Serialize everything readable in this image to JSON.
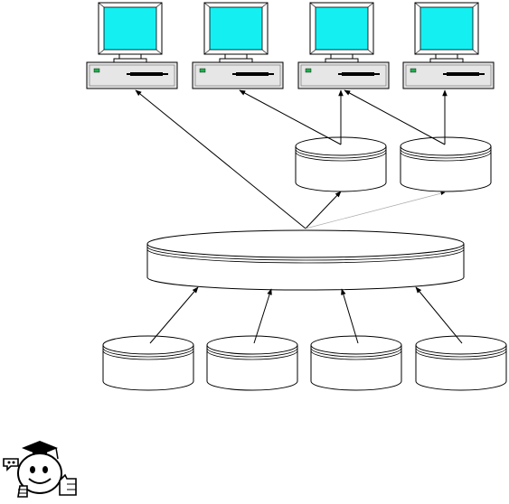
{
  "diagram": {
    "nodes": {
      "computers": [
        {
          "id": "computer-1",
          "screen_color": "#14F0F2"
        },
        {
          "id": "computer-2",
          "screen_color": "#14F0F2"
        },
        {
          "id": "computer-3",
          "screen_color": "#14F0F2"
        },
        {
          "id": "computer-4",
          "screen_color": "#14F0F2"
        }
      ],
      "upper_databases": [
        {
          "id": "upper-db-1"
        },
        {
          "id": "upper-db-2"
        }
      ],
      "central_store": {
        "id": "central-store"
      },
      "lower_databases": [
        {
          "id": "lower-db-1"
        },
        {
          "id": "lower-db-2"
        },
        {
          "id": "lower-db-3"
        },
        {
          "id": "lower-db-4"
        }
      ]
    },
    "edges": [
      {
        "from": "lower-db-1",
        "to": "central-store"
      },
      {
        "from": "lower-db-2",
        "to": "central-store"
      },
      {
        "from": "lower-db-3",
        "to": "central-store"
      },
      {
        "from": "lower-db-4",
        "to": "central-store"
      },
      {
        "from": "central-store",
        "to": "computer-1"
      },
      {
        "from": "central-store",
        "to": "upper-db-1"
      },
      {
        "from": "central-store",
        "to": "upper-db-2"
      },
      {
        "from": "upper-db-1",
        "to": "computer-2"
      },
      {
        "from": "upper-db-1",
        "to": "computer-3"
      },
      {
        "from": "upper-db-2",
        "to": "computer-3"
      },
      {
        "from": "upper-db-2",
        "to": "computer-4"
      }
    ],
    "colors": {
      "stroke": "#000000",
      "screen": "#14F0F2",
      "case": "#E6E6E6",
      "led": "#1BB24B",
      "db_fill": "#FFFFFF",
      "mascot_skin": "#FFFFFF"
    },
    "icons": [
      "computer-icon",
      "database-icon",
      "mascot-icon"
    ]
  }
}
